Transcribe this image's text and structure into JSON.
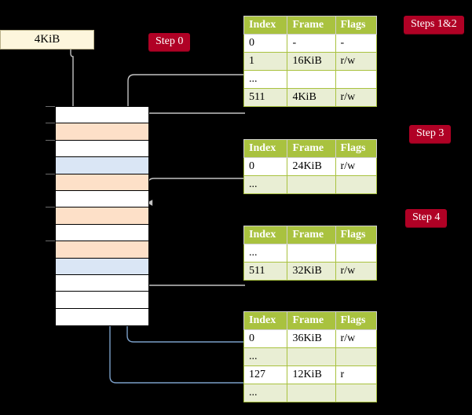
{
  "title": "Four-level page table walk diagram",
  "source_box": {
    "label": "4KiB"
  },
  "badges": {
    "step0": "Step 0",
    "steps12": "Steps 1&2",
    "step3": "Step 3",
    "step4": "Step 4"
  },
  "columns": [
    "Index",
    "Frame",
    "Flags"
  ],
  "tables": [
    {
      "name": "page-table-level-1",
      "rows": [
        {
          "index": "0",
          "frame": "-",
          "flags": "-",
          "style": "plain",
          "highlight": false
        },
        {
          "index": "1",
          "frame": "16KiB",
          "flags": "r/w",
          "style": "alt",
          "highlight": false
        },
        {
          "index": "...",
          "frame": "",
          "flags": "",
          "style": "plain",
          "highlight": false
        },
        {
          "index": "511",
          "frame": "4KiB",
          "flags": "r/w",
          "style": "alt",
          "highlight": true
        }
      ]
    },
    {
      "name": "page-table-level-2",
      "rows": [
        {
          "index": "0",
          "frame": "24KiB",
          "flags": "r/w",
          "style": "plain",
          "highlight": false
        },
        {
          "index": "...",
          "frame": "",
          "flags": "",
          "style": "alt",
          "highlight": false
        }
      ]
    },
    {
      "name": "page-table-level-3",
      "rows": [
        {
          "index": "...",
          "frame": "",
          "flags": "",
          "style": "plain",
          "highlight": false
        },
        {
          "index": "511",
          "frame": "32KiB",
          "flags": "r/w",
          "style": "alt",
          "highlight": false
        }
      ]
    },
    {
      "name": "page-table-level-4",
      "rows": [
        {
          "index": "0",
          "frame": "36KiB",
          "flags": "r/w",
          "style": "plain",
          "highlight": false
        },
        {
          "index": "...",
          "frame": "",
          "flags": "",
          "style": "alt",
          "highlight": false
        },
        {
          "index": "127",
          "frame": "12KiB",
          "flags": "r",
          "style": "plain",
          "highlight": false
        },
        {
          "index": "...",
          "frame": "",
          "flags": "",
          "style": "alt",
          "highlight": false
        }
      ]
    }
  ],
  "memory_grid": {
    "name": "physical-memory-frames",
    "rows": [
      {
        "fill": "white"
      },
      {
        "fill": "orange"
      },
      {
        "fill": "white"
      },
      {
        "fill": "blue"
      },
      {
        "fill": "orange"
      },
      {
        "fill": "white"
      },
      {
        "fill": "orange"
      },
      {
        "fill": "white"
      },
      {
        "fill": "orange"
      },
      {
        "fill": "blue"
      },
      {
        "fill": "white"
      },
      {
        "fill": "white"
      },
      {
        "fill": "white"
      }
    ]
  },
  "colors": {
    "badge": "#b00125",
    "table_header": "#a9c23f",
    "table_alt_row": "#e9eed4",
    "highlight": "#fbf7b5",
    "frame_orange": "#fde0c8",
    "frame_blue": "#dae6f5",
    "source_box": "#fdf6dd",
    "grey_arrow": "#b8b8b8",
    "blue_arrow": "#7b9fc8",
    "background": "#000000"
  }
}
